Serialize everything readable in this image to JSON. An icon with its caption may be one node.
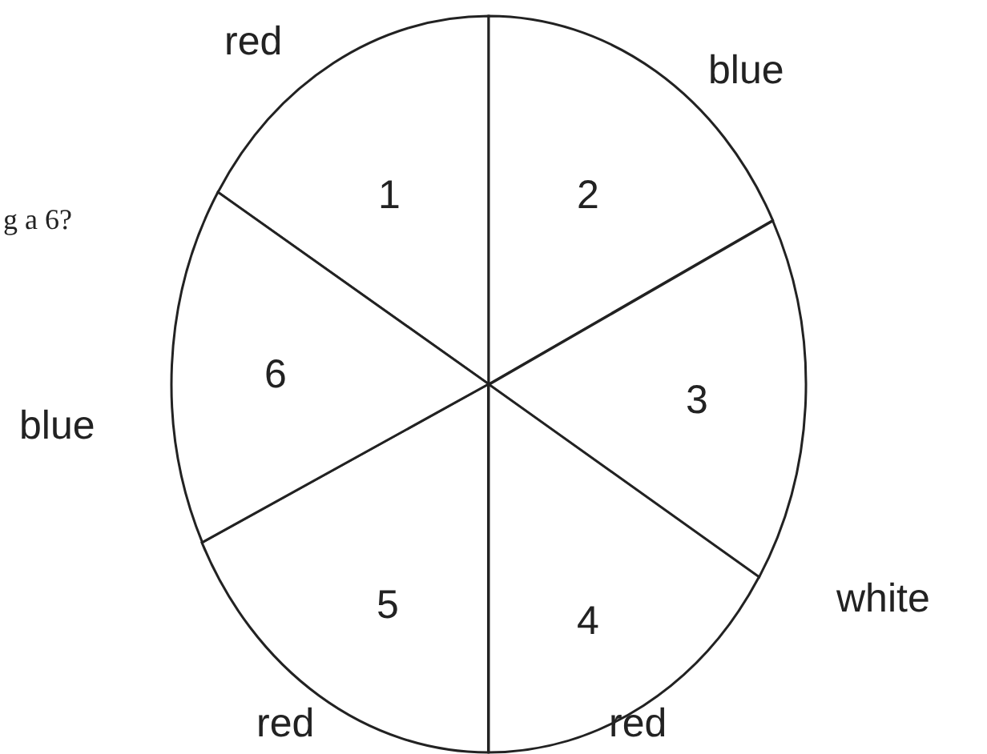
{
  "diagram": {
    "nodes": [
      {
        "text": [
          "1"
        ],
        "beside": [
          "red"
        ]
      },
      {
        "text": [
          "2"
        ],
        "beside": [
          "blue"
        ]
      },
      {
        "text": [
          "3"
        ],
        "beside": [
          "white"
        ]
      },
      {
        "text": [
          "4"
        ],
        "beside": [
          "red"
        ]
      },
      {
        "text": [
          "5"
        ],
        "beside": [
          "red"
        ]
      },
      {
        "text": [
          "6"
        ],
        "beside": [
          "blue"
        ]
      }
    ],
    "labels": [
      "g a 6?"
    ]
  }
}
